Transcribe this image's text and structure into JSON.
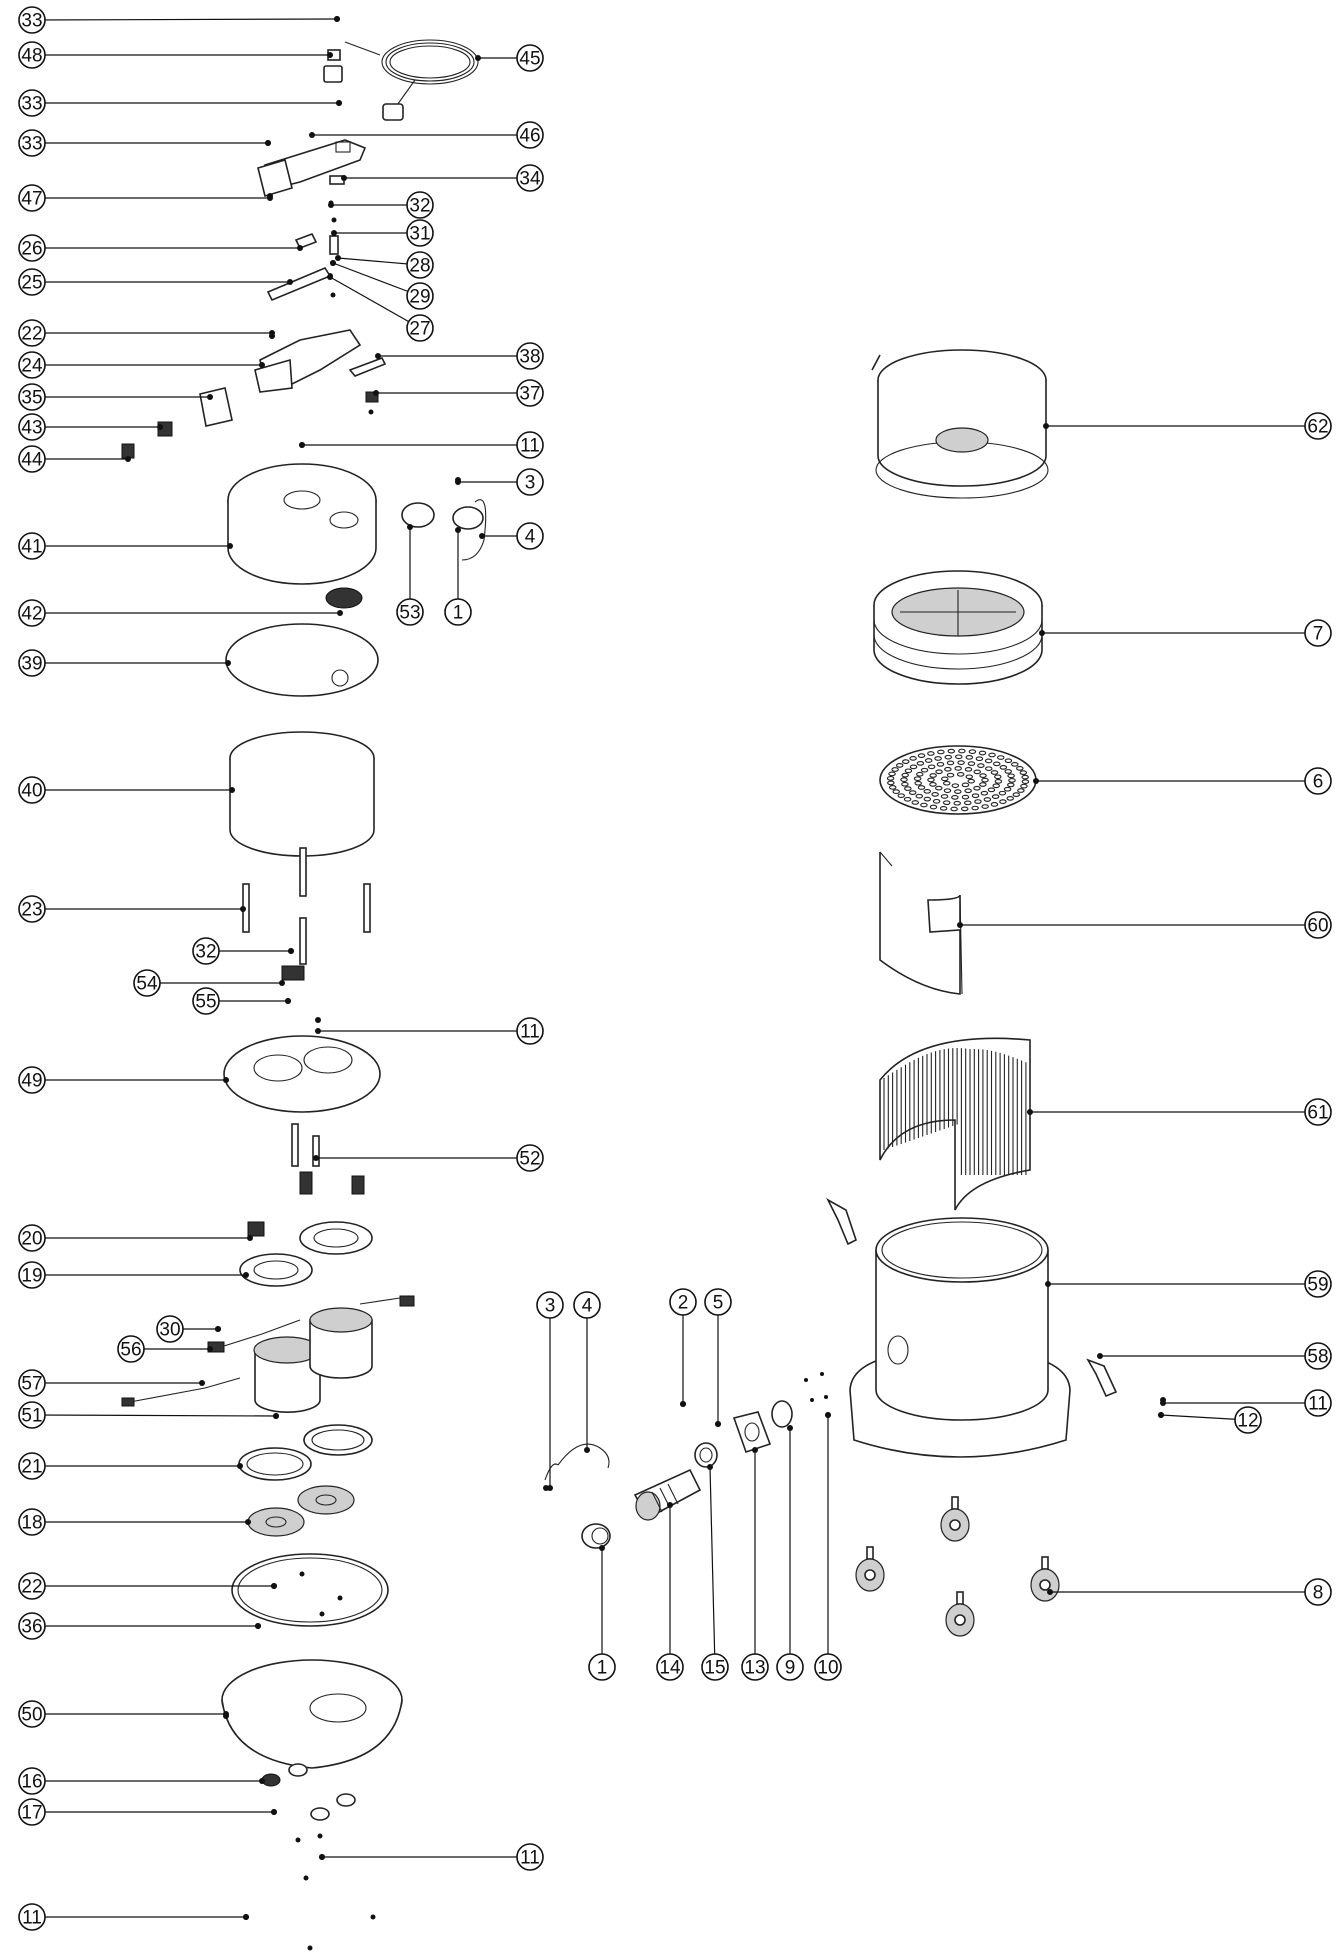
{
  "callouts": [
    {
      "id": "c01",
      "label": "33"
    },
    {
      "id": "c02",
      "label": "48"
    },
    {
      "id": "c03",
      "label": "45"
    },
    {
      "id": "c04",
      "label": "33"
    },
    {
      "id": "c05",
      "label": "33"
    },
    {
      "id": "c06",
      "label": "46"
    },
    {
      "id": "c07",
      "label": "47"
    },
    {
      "id": "c08",
      "label": "34"
    },
    {
      "id": "c09",
      "label": "32"
    },
    {
      "id": "c10",
      "label": "26"
    },
    {
      "id": "c11",
      "label": "31"
    },
    {
      "id": "c12",
      "label": "28"
    },
    {
      "id": "c13",
      "label": "25"
    },
    {
      "id": "c14",
      "label": "29"
    },
    {
      "id": "c15",
      "label": "27"
    },
    {
      "id": "c16",
      "label": "22"
    },
    {
      "id": "c17",
      "label": "24"
    },
    {
      "id": "c18",
      "label": "38"
    },
    {
      "id": "c19",
      "label": "35"
    },
    {
      "id": "c20",
      "label": "37"
    },
    {
      "id": "c21",
      "label": "43"
    },
    {
      "id": "c22",
      "label": "44"
    },
    {
      "id": "c23",
      "label": "11"
    },
    {
      "id": "c24",
      "label": "3"
    },
    {
      "id": "c25",
      "label": "41"
    },
    {
      "id": "c26",
      "label": "4"
    },
    {
      "id": "c27",
      "label": "42"
    },
    {
      "id": "c28",
      "label": "53"
    },
    {
      "id": "c29",
      "label": "1"
    },
    {
      "id": "c30",
      "label": "39"
    },
    {
      "id": "c31",
      "label": "40"
    },
    {
      "id": "c32",
      "label": "23"
    },
    {
      "id": "c33",
      "label": "32"
    },
    {
      "id": "c34",
      "label": "54"
    },
    {
      "id": "c35",
      "label": "55"
    },
    {
      "id": "c36",
      "label": "11"
    },
    {
      "id": "c37",
      "label": "49"
    },
    {
      "id": "c38",
      "label": "52"
    },
    {
      "id": "c39",
      "label": "20"
    },
    {
      "id": "c40",
      "label": "19"
    },
    {
      "id": "c41",
      "label": "30"
    },
    {
      "id": "c42",
      "label": "56"
    },
    {
      "id": "c43",
      "label": "57"
    },
    {
      "id": "c44",
      "label": "51"
    },
    {
      "id": "c45",
      "label": "21"
    },
    {
      "id": "c46",
      "label": "18"
    },
    {
      "id": "c47",
      "label": "22"
    },
    {
      "id": "c48",
      "label": "36"
    },
    {
      "id": "c49",
      "label": "50"
    },
    {
      "id": "c50",
      "label": "16"
    },
    {
      "id": "c51",
      "label": "17"
    },
    {
      "id": "c52",
      "label": "11"
    },
    {
      "id": "c53",
      "label": "11"
    },
    {
      "id": "c54",
      "label": "62"
    },
    {
      "id": "c55",
      "label": "7"
    },
    {
      "id": "c56",
      "label": "6"
    },
    {
      "id": "c57",
      "label": "60"
    },
    {
      "id": "c58",
      "label": "61"
    },
    {
      "id": "c59",
      "label": "59"
    },
    {
      "id": "c60",
      "label": "58"
    },
    {
      "id": "c61",
      "label": "11"
    },
    {
      "id": "c62",
      "label": "12"
    },
    {
      "id": "c63",
      "label": "8"
    },
    {
      "id": "c64",
      "label": "3"
    },
    {
      "id": "c65",
      "label": "4"
    },
    {
      "id": "c66",
      "label": "2"
    },
    {
      "id": "c67",
      "label": "5"
    },
    {
      "id": "c68",
      "label": "1"
    },
    {
      "id": "c69",
      "label": "14"
    },
    {
      "id": "c70",
      "label": "15"
    },
    {
      "id": "c71",
      "label": "13"
    },
    {
      "id": "c72",
      "label": "9"
    },
    {
      "id": "c73",
      "label": "10"
    }
  ]
}
